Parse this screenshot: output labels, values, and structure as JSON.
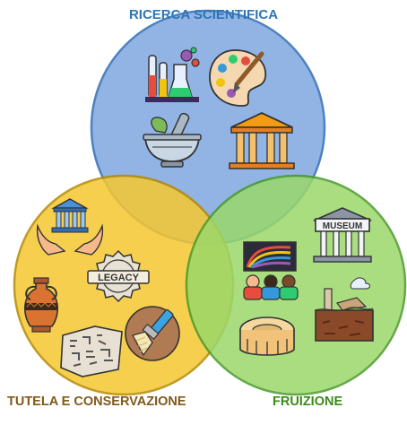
{
  "colors": {
    "blue_circle": "#7fa8e0",
    "blue_stroke": "#2f6db5",
    "yellow_circle": "#f6c730",
    "yellow_stroke": "#b58a00",
    "green_circle": "#9bd86a",
    "green_stroke": "#4a9a2a",
    "label_blue": "#2e75b6",
    "label_brown": "#7f5a1a",
    "label_green": "#3b8a1a"
  },
  "sets": {
    "top": {
      "label": "RICERCA SCIENTIFICA",
      "icons": [
        "laboratory-flasks-icon",
        "paint-palette-icon",
        "mortar-pestle-icon",
        "temple-columns-icon"
      ]
    },
    "left": {
      "label": "TUTELA E CONSERVAZIONE",
      "icons": [
        "hands-holding-temple-icon",
        "legacy-badge-icon",
        "amphora-icon",
        "hieroglyph-tablet-icon",
        "restoration-brush-icon"
      ],
      "badge_text": "LEGACY"
    },
    "right": {
      "label": "FRUIZIONE",
      "icons": [
        "museum-building-icon",
        "gallery-visitors-icon",
        "amphitheater-icon",
        "ruins-icon"
      ],
      "museum_text": "MUSEUM"
    }
  }
}
